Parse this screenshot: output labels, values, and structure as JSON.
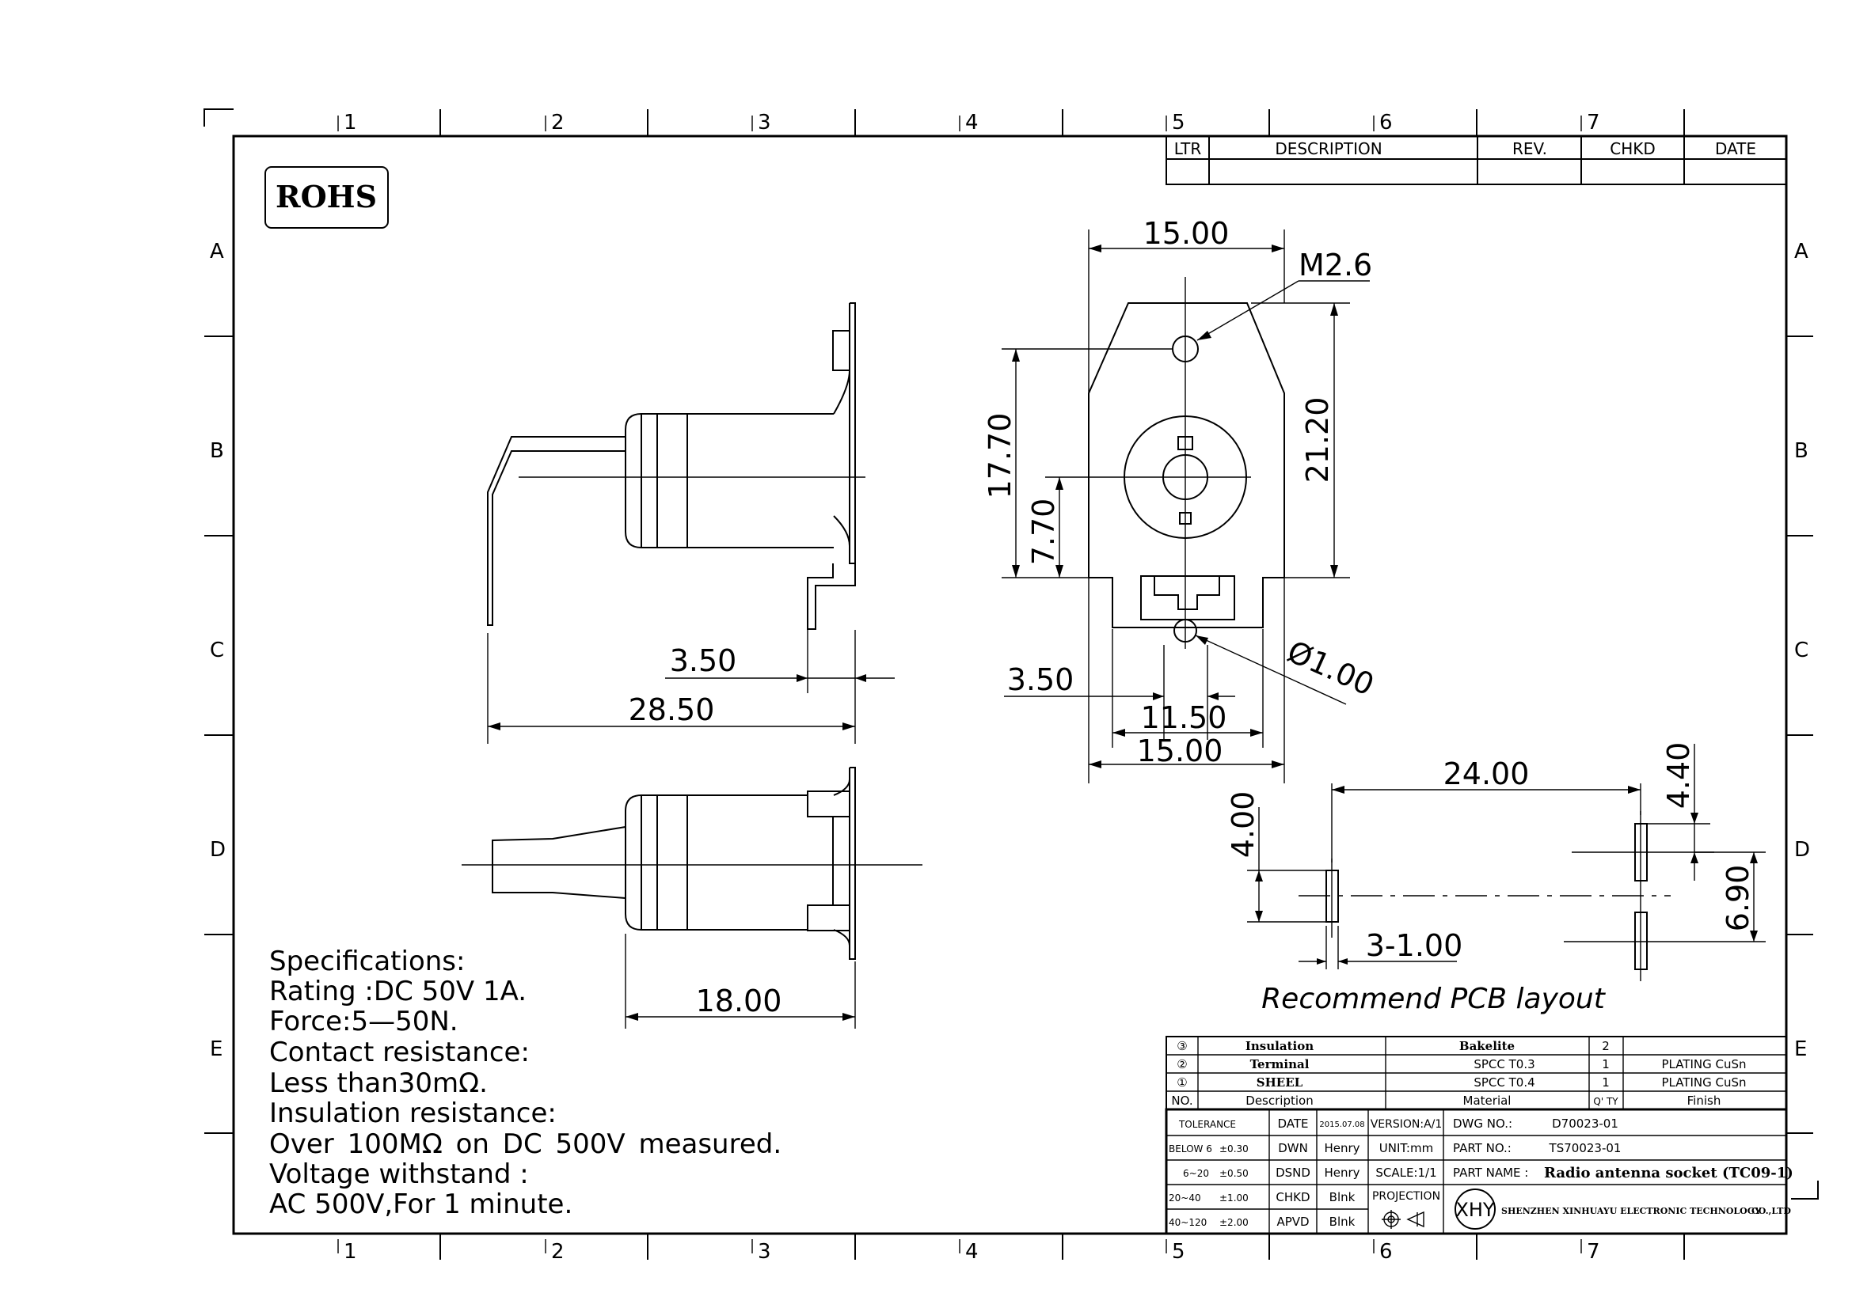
{
  "stamp": "ROHS",
  "zones": {
    "columns": [
      "1",
      "2",
      "3",
      "4",
      "5",
      "6",
      "7"
    ],
    "rows": [
      "A",
      "B",
      "C",
      "D",
      "E"
    ]
  },
  "revision_block": {
    "headers": [
      "LTR",
      "DESCRIPTION",
      "REV.",
      "CHKD",
      "DATE"
    ]
  },
  "dimensions": {
    "side_flange": "3.50",
    "side_length": "28.50",
    "bottom_length": "18.00",
    "front_width_top": "15.00",
    "thread": "M2.6",
    "front_height": "21.20",
    "hole_height": "17.70",
    "center_height": "7.70",
    "pin_hole": "Ø1.00",
    "front_offset": "3.50",
    "pin_span": "11.50",
    "front_width_bottom": "15.00",
    "pcb_span": "24.00",
    "pcb_pad_left": "4.00",
    "pcb_pad_right": "4.40",
    "pcb_pad_gap": "6.90",
    "pcb_hole": "3-1.00"
  },
  "pcb_caption": "Recommend PCB layout",
  "specifications": [
    "Specifications:",
    "Rating :DC 50V 1A.",
    "Force:5—50N.",
    "Contact resistance:",
    "Less than30mΩ.",
    "Insulation resistance:",
    "Over 100MΩ on DC 500V measured.",
    "Voltage withstand :",
    "AC 500V,For 1 minute."
  ],
  "bom": {
    "rows": [
      {
        "no": "③",
        "description": "Insulation",
        "material": "Bakelite",
        "qty": "2",
        "finish": ""
      },
      {
        "no": "②",
        "description": "Terminal",
        "material": "SPCC T0.3",
        "qty": "1",
        "finish": "PLATING CuSn"
      },
      {
        "no": "①",
        "description": "SHEEL",
        "material": "SPCC T0.4",
        "qty": "1",
        "finish": "PLATING CuSn"
      }
    ],
    "header": {
      "no": "NO.",
      "description": "Description",
      "material": "Material",
      "qty": "Q' TY",
      "finish": "Finish"
    }
  },
  "title_block": {
    "tolerance_header": "TOLERANCE",
    "tolerances": [
      {
        "range": "BELOW 6",
        "value": "±0.30"
      },
      {
        "range": "6~20",
        "value": "±0.50"
      },
      {
        "range": "20~40",
        "value": "±1.00"
      },
      {
        "range": "40~120",
        "value": "±2.00"
      }
    ],
    "roles": [
      {
        "role": "DATE",
        "name": "2015.07.08"
      },
      {
        "role": "DWN",
        "name": "Henry"
      },
      {
        "role": "DSND",
        "name": "Henry"
      },
      {
        "role": "CHKD",
        "name": "Blnk"
      },
      {
        "role": "APVD",
        "name": "Blnk"
      }
    ],
    "version": "VERSION:A/1",
    "unit": "UNIT:mm",
    "scale": "SCALE:1/1",
    "projection": "PROJECTION",
    "dwg_no_label": "DWG NO.:",
    "dwg_no": "D70023-01",
    "part_no_label": "PART NO.:",
    "part_no": "TS70023-01",
    "part_name_label": "PART NAME :",
    "part_name": "Radio antenna socket (TC09-1)",
    "logo": "XHY",
    "company": "SHENZHEN XINHUAYU ELECTRONIC TECHNOLOGY",
    "company_suffix": "CO.,LTD"
  }
}
